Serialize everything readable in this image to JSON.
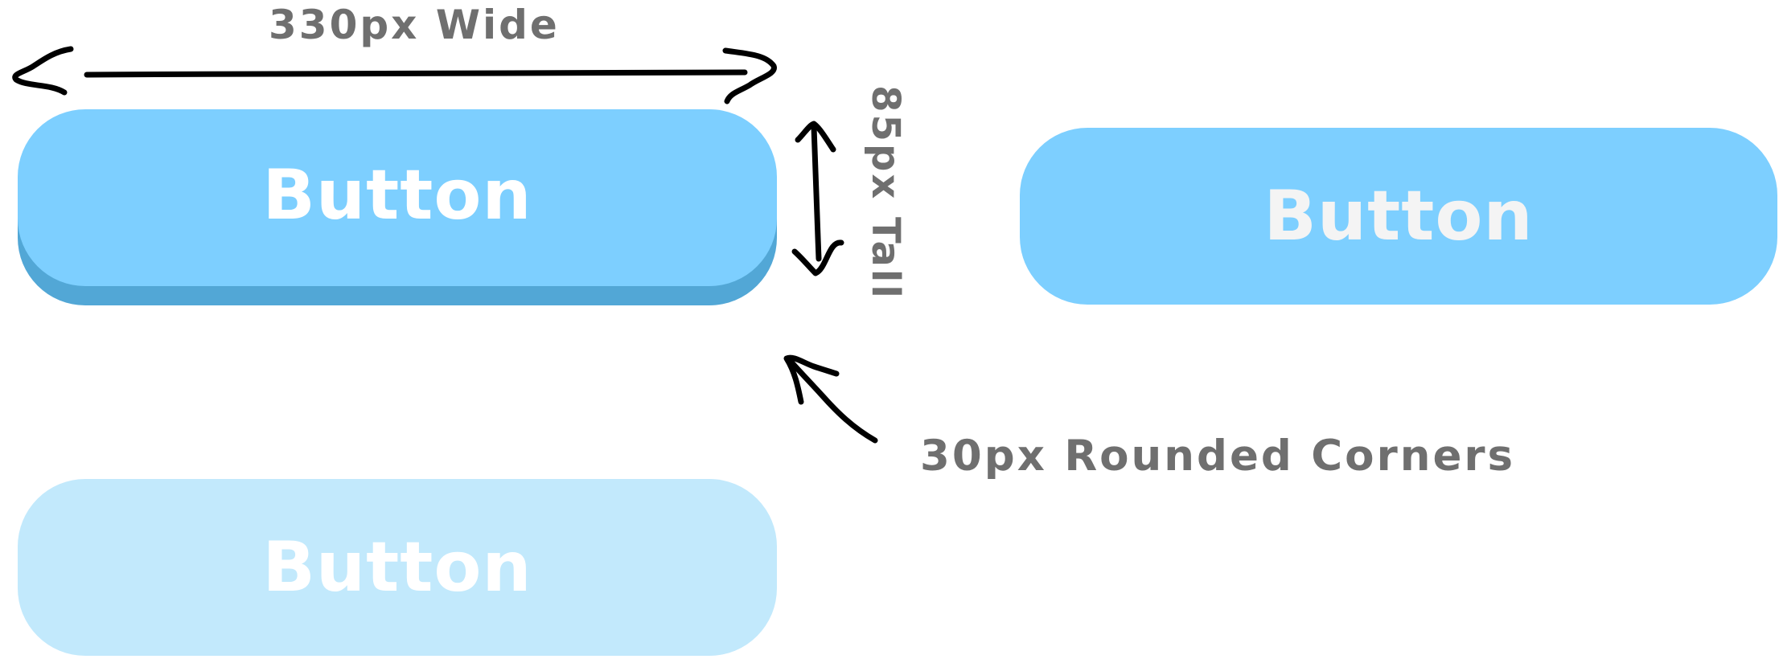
{
  "buttons": {
    "default": {
      "label": "Button",
      "fill": "#7dcfff",
      "shadow": "#52a7d6"
    },
    "hover": {
      "label": "Button",
      "fill": "#7dcfff"
    },
    "disabled": {
      "label": "Button",
      "fill": "#c2e9fc"
    }
  },
  "annotations": {
    "width": "330px Wide",
    "height": "85px Tall",
    "corners": "30px Rounded Corners",
    "text_color": "#6f6f6f",
    "ink_color": "#000000"
  }
}
